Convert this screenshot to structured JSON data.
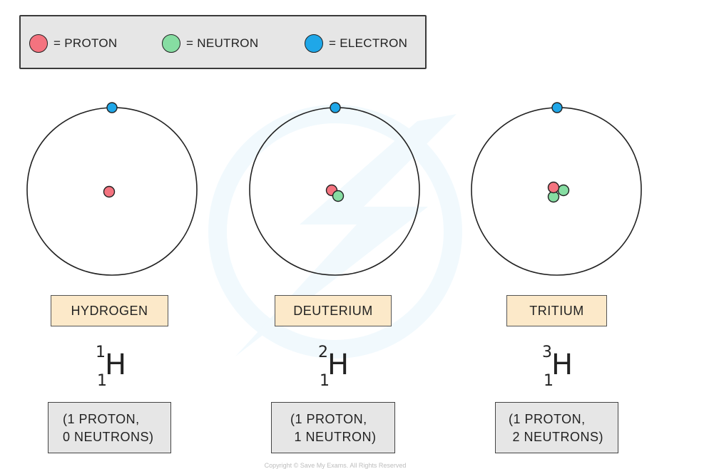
{
  "legend": [
    {
      "label": "= PROTON",
      "color": "#f4737f"
    },
    {
      "label": "= NEUTRON",
      "color": "#86dda2"
    },
    {
      "label": "= ELECTRON",
      "color": "#1fa7e8"
    }
  ],
  "colors": {
    "proton": "#f4737f",
    "neutron": "#86dda2",
    "electron": "#1fa7e8",
    "name_box": "#fce9c9",
    "info_box": "#e6e6e6"
  },
  "atoms": [
    {
      "name": "HYDROGEN",
      "symbol": "H",
      "mass_number": "1",
      "atomic_number": "1",
      "protons": 1,
      "neutrons": 0,
      "electrons": 1,
      "info_line1": "(1 PROTON,",
      "info_line2": "0 NEUTRONS)"
    },
    {
      "name": "DEUTERIUM",
      "symbol": "H",
      "mass_number": "2",
      "atomic_number": "1",
      "protons": 1,
      "neutrons": 1,
      "electrons": 1,
      "info_line1": "(1 PROTON,",
      "info_line2": " 1 NEUTRON)"
    },
    {
      "name": "TRITIUM",
      "symbol": "H",
      "mass_number": "3",
      "atomic_number": "1",
      "protons": 1,
      "neutrons": 2,
      "electrons": 1,
      "info_line1": "(1 PROTON,",
      "info_line2": " 2 NEUTRONS)"
    }
  ],
  "copyright": "Copyright © Save My Exams. All Rights Reserved"
}
